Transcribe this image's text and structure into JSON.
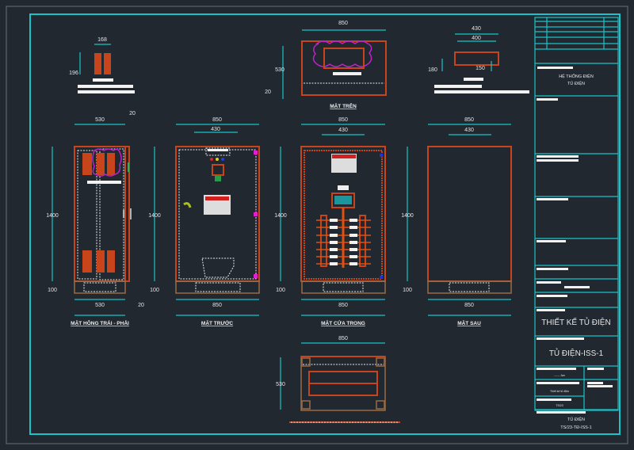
{
  "colors": {
    "background": "#212830",
    "frame": "#18c4ca",
    "cabinet": "#c8441a",
    "base": "#9a6a45",
    "highlight": "#c020c8"
  },
  "views": {
    "side": {
      "label": "MẶT HÔNG TRÁI - PHẢI",
      "width_top": "530",
      "door_top": "20",
      "height": "1400",
      "base": "100",
      "width_bottom": "530",
      "door_bottom": "20"
    },
    "front": {
      "label": "MẶT TRƯỚC",
      "width": "850",
      "inner": "430",
      "height": "1400",
      "base": "100",
      "width_bottom": "850"
    },
    "inner_door": {
      "label": "MẶT CỬA TRONG",
      "width": "850",
      "inner": "430",
      "height": "1400",
      "base": "100",
      "width_bottom": "850"
    },
    "back": {
      "label": "MẶT SAU",
      "width": "850",
      "inner": "430",
      "height": "1400",
      "base": "100",
      "width_bottom": "850"
    },
    "top": {
      "label": "MẶT TRÊN",
      "width": "850",
      "depth": "530",
      "lip": "20"
    },
    "detail_left": {
      "width": "168",
      "height": "196"
    },
    "detail_right": {
      "outer": "430",
      "inner": "400",
      "height": "180",
      "hole": "150"
    },
    "bottom": {
      "width": "850",
      "depth": "530"
    }
  },
  "title_block": {
    "system_line1": "HỆ THỐNG ĐIỆN",
    "system_line2": "TỦ ĐIỆN",
    "design_title": "THIẾT KẾ TỦ ĐIỆN",
    "drawing_name": "TỦ ĐIỆN-ISS-1",
    "small_1": "------ Jan",
    "small_2": "Thiết kế tủ điện",
    "small_3": "TS/23",
    "footer_line1": "TỦ ĐIỆN",
    "footer_line2": "TS/23-TĐ-ISS-1"
  }
}
